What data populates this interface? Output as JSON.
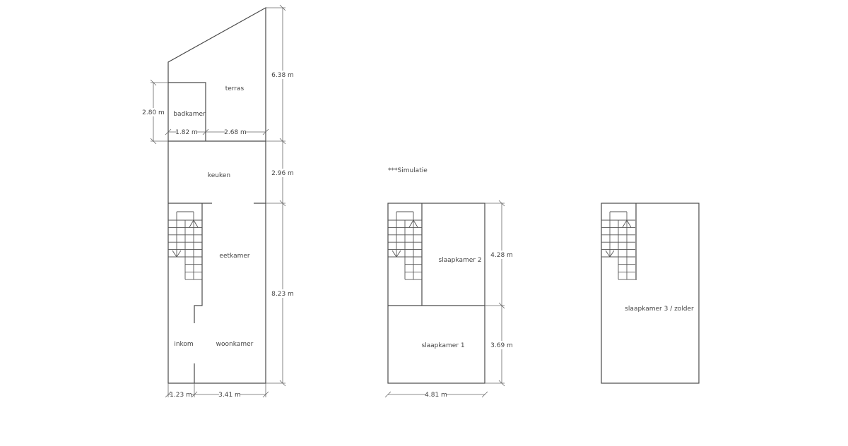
{
  "note": "***Simulatie",
  "ground_floor": {
    "rooms": {
      "terras": "terras",
      "badkamer": "badkamer",
      "keuken": "keuken",
      "eetkamer": "eetkamer",
      "inkom": "inkom",
      "woonkamer": "woonkamer"
    },
    "dimensions": {
      "terras_depth": "6.38 m",
      "badkamer_depth": "2.80 m",
      "badkamer_width": "1.82 m",
      "terras_width": "2.68 m",
      "keuken_depth": "2.96 m",
      "living_depth": "8.23 m",
      "inkom_width": "1.23 m",
      "woonkamer_width": "3.41 m"
    }
  },
  "first_floor": {
    "rooms": {
      "slaapkamer2": "slaapkamer 2",
      "slaapkamer1": "slaapkamer 1"
    },
    "dimensions": {
      "slaapkamer2_depth": "4.28 m",
      "slaapkamer1_depth": "3.69 m",
      "width": "4.81 m"
    }
  },
  "second_floor": {
    "rooms": {
      "slaapkamer3": "slaapkamer 3 / zolder"
    }
  }
}
